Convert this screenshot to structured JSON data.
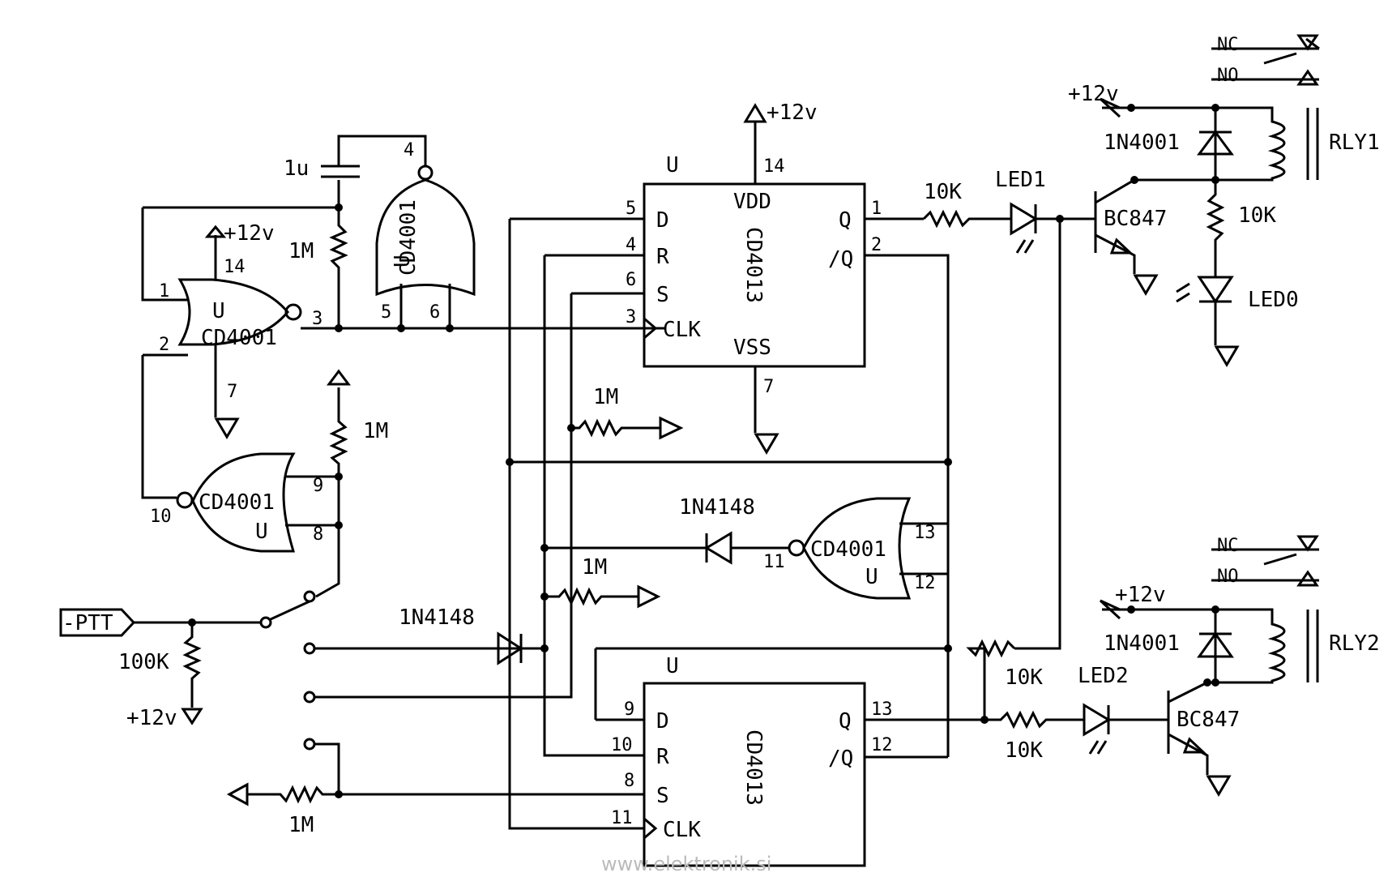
{
  "supply": "+12v",
  "chips": {
    "ff": "CD4013",
    "nor": "CD4001",
    "unit": "U",
    "vdd": "VDD",
    "vss": "VSS"
  },
  "ff_pins": {
    "d": "D",
    "r": "R",
    "s": "S",
    "clk": "CLK",
    "q": "Q",
    "qbar": "/Q"
  },
  "pin_numbers": {
    "u1": [
      "14",
      "1",
      "2",
      "3",
      "7"
    ],
    "u2": [
      "4",
      "5",
      "6"
    ],
    "u3": [
      "10",
      "9",
      "8"
    ],
    "u4": [
      "11",
      "13",
      "12"
    ],
    "ff1": [
      "5",
      "4",
      "6",
      "3",
      "1",
      "2",
      "14",
      "7"
    ],
    "ff2": [
      "9",
      "10",
      "8",
      "11",
      "13",
      "12"
    ]
  },
  "components": {
    "cap": "1u",
    "r_1m": "1M",
    "r_10k": "10K",
    "r_100k": "100K",
    "diode_small": "1N4148",
    "diode_power": "1N4001",
    "transistor": "BC847",
    "led0": "LED0",
    "led1": "LED1",
    "led2": "LED2",
    "rly1": "RLY1",
    "rly2": "RLY2",
    "nc": "NC",
    "no": "NO"
  },
  "ptt_label": "-PTT",
  "watermark": "www.elektronik.si"
}
